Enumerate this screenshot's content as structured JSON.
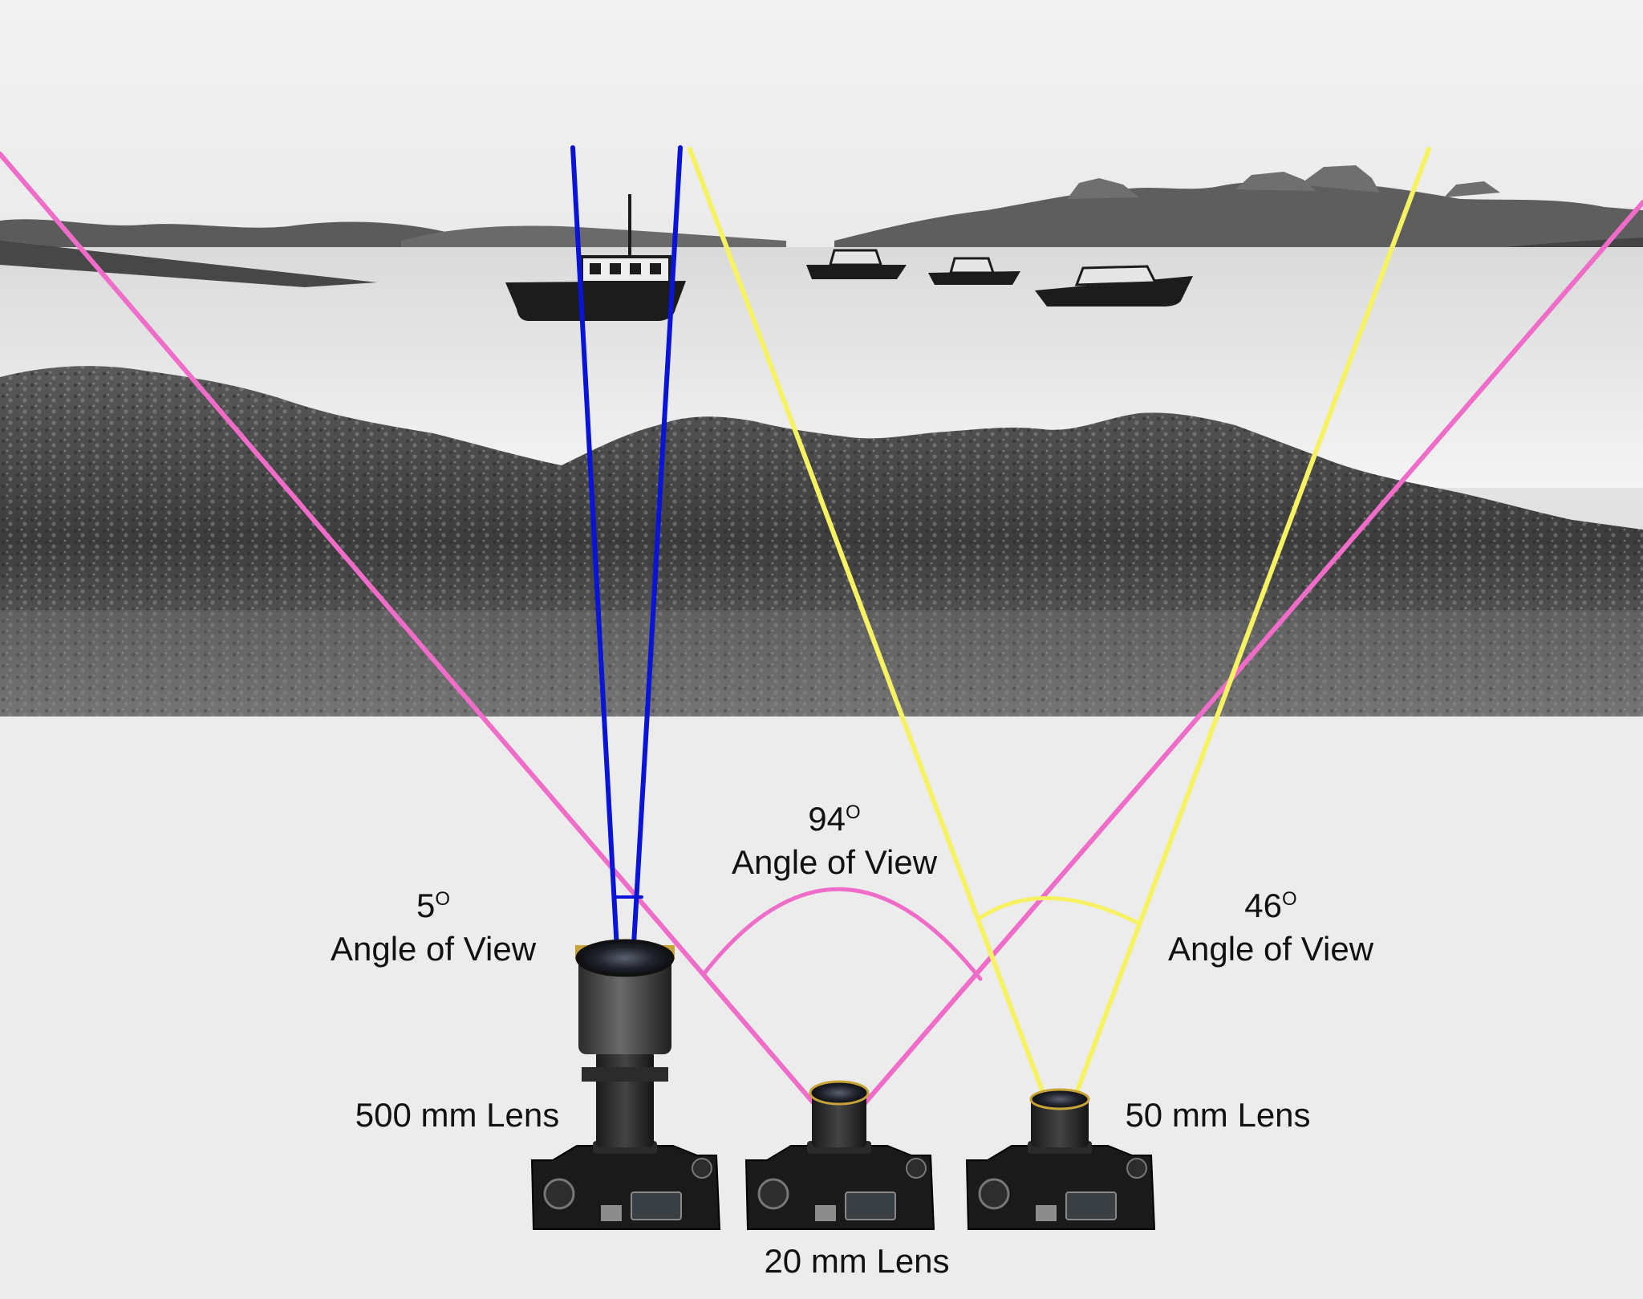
{
  "labels": {
    "tele_angle": {
      "value": "5",
      "unit": "O",
      "text": "Angle of View"
    },
    "wide_angle": {
      "value": "94",
      "unit": "O",
      "text": "Angle of View"
    },
    "normal_angle": {
      "value": "46",
      "unit": "O",
      "text": "Angle of View"
    },
    "tele_lens": "500 mm Lens",
    "wide_lens": "20 mm Lens",
    "normal_lens": "50 mm Lens"
  },
  "colors": {
    "tele": "#0a14d6",
    "wide": "#ef6cc8",
    "normal": "#f6f264",
    "background": "#ececec",
    "text": "#111111"
  },
  "icons": [
    "camera-body-icon",
    "telephoto-lens-icon",
    "wide-angle-lens-icon",
    "standard-lens-icon"
  ]
}
